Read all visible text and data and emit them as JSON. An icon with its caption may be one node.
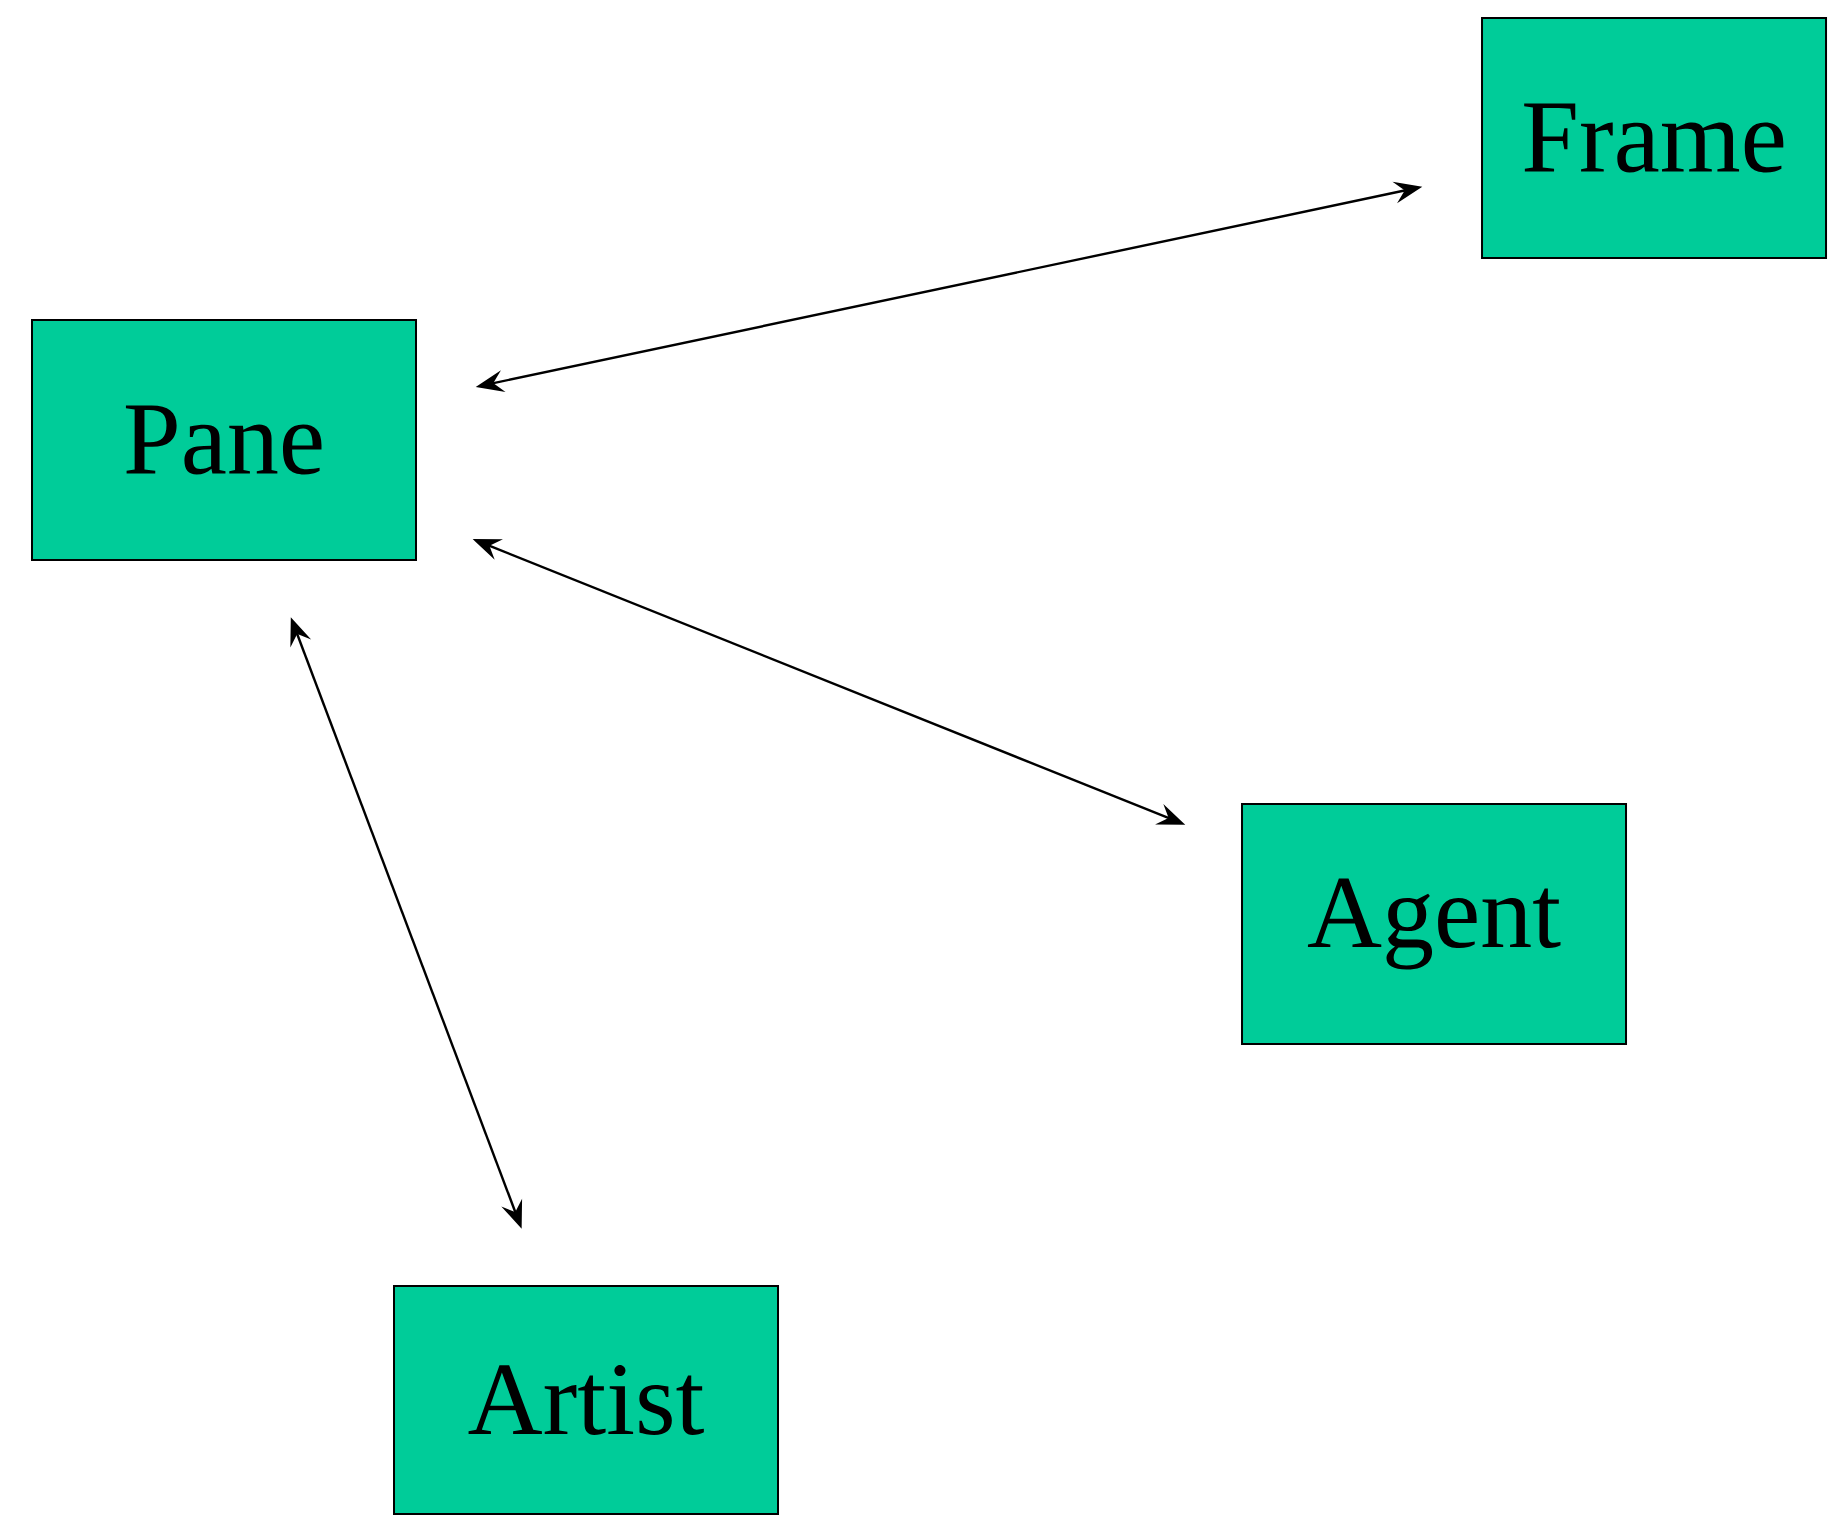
{
  "diagram": {
    "nodes": [
      {
        "text": [
          "Pane"
        ]
      },
      {
        "text": [
          "Frame"
        ]
      },
      {
        "text": [
          "Agent"
        ]
      },
      {
        "text": [
          "Artist"
        ]
      }
    ],
    "edges": [
      {
        "from": 0,
        "to": 1,
        "arrow": "both"
      },
      {
        "from": 0,
        "to": 2,
        "arrow": "both"
      },
      {
        "from": 0,
        "to": 3,
        "arrow": "both"
      }
    ]
  }
}
